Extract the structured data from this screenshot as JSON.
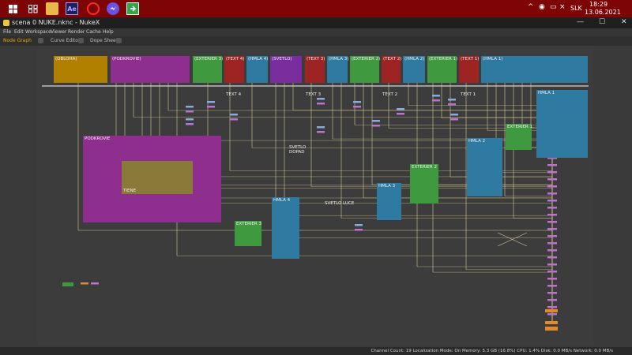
{
  "taskbar": {
    "apps": [
      {
        "name": "start"
      },
      {
        "name": "task-view"
      },
      {
        "name": "file-explorer"
      },
      {
        "name": "after-effects",
        "label": "Ae"
      },
      {
        "name": "opera"
      },
      {
        "name": "messenger"
      },
      {
        "name": "green-app"
      }
    ],
    "tray": {
      "language": "SLK"
    },
    "clock": {
      "time": "18:29",
      "date": "13.06.2021"
    }
  },
  "window": {
    "title": "scena 0 NUKE.nknc - NukeX"
  },
  "menu": {
    "items": [
      "File",
      "Edit",
      "Workspace",
      "Viewer",
      "Render",
      "Cache",
      "Help"
    ]
  },
  "tabs": [
    {
      "label": "Node Graph",
      "active": true
    },
    {
      "label": "Curve Editor",
      "active": false
    },
    {
      "label": "Dope Sheet",
      "active": false
    }
  ],
  "backdrops": {
    "top": [
      {
        "label": "(OBLOHA)",
        "color": "#b28000"
      },
      {
        "label": "(PODKROVIE)",
        "color": "#8e2e8e"
      },
      {
        "label": "(EXTERIER 3)",
        "color": "#3f9a3f"
      },
      {
        "label": "(TEXT 4)",
        "color": "#9e2424"
      },
      {
        "label": "(HMLA 4)",
        "color": "#2e7aa0"
      },
      {
        "label": "(SVETLO)",
        "color": "#7a2e9e"
      },
      {
        "label": "(TEXT 3)",
        "color": "#9e2424"
      },
      {
        "label": "(HMLA 3)",
        "color": "#2e7aa0"
      },
      {
        "label": "(EXTERIER 2)",
        "color": "#3f9a3f"
      },
      {
        "label": "(TEXT 2)",
        "color": "#9e2424"
      },
      {
        "label": "(HMLA 2)",
        "color": "#2e7aa0"
      },
      {
        "label": "(EXTERIER 1)",
        "color": "#3f9a3f"
      },
      {
        "label": "(TEXT 1)",
        "color": "#9e2424"
      },
      {
        "label": "(HMLA 1)",
        "color": "#2e7aa0"
      }
    ],
    "lower": [
      {
        "label": "PODKROVIE",
        "color": "#8e2e8e"
      },
      {
        "label": "TIENE",
        "color": "#8a7a3a"
      },
      {
        "label": "HMLA 1",
        "color": "#2e7aa0"
      },
      {
        "label": "EXTERIER 1",
        "color": "#3f9a3f"
      },
      {
        "label": "HMLA 2",
        "color": "#2e7aa0"
      },
      {
        "label": "EXTERIER 2",
        "color": "#3f9a3f"
      },
      {
        "label": "HMLA 3",
        "color": "#2e7aa0"
      },
      {
        "label": "HMLA 4",
        "color": "#2e7aa0"
      },
      {
        "label": "EXTERIER 3",
        "color": "#3f9a3f"
      }
    ]
  },
  "labels": {
    "text4": "TEXT 4",
    "text3": "TEXT 3",
    "text2": "TEXT 2",
    "text1": "TEXT 1",
    "svetlo_dopad": "SVETLO DOPAD",
    "svetlo_luce": "SVETLO LUCE"
  },
  "status": {
    "text": "Channel Count: 19  Localization Mode: On  Memory: 5.3 GB (16.8%)  CPU: 1.4%  Disk: 0.0 MB/s  Network: 0.0 MB/s"
  }
}
